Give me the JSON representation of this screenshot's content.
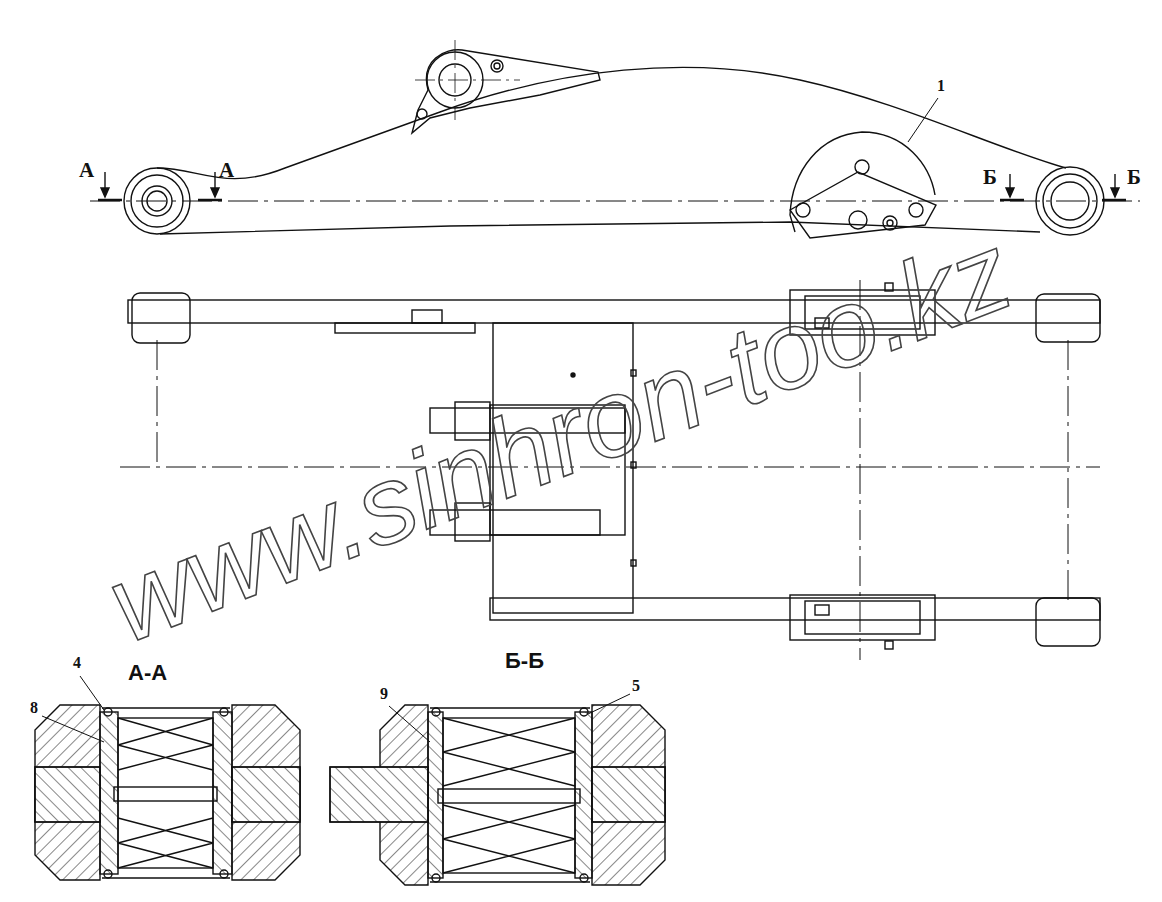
{
  "diagram": {
    "labels": [
      "1",
      "А",
      "А",
      "Б",
      "Б",
      "А-А",
      "Б-Б",
      "4",
      "8",
      "9",
      "5",
      "www.sinhron-too.kz"
    ]
  }
}
